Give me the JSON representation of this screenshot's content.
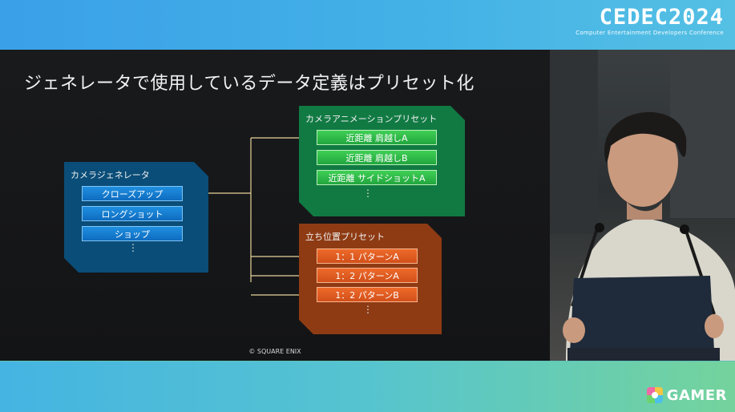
{
  "header": {
    "logo_main": "CEDEC2024",
    "logo_sub": "Computer Entertainment Developers Conference"
  },
  "footer": {
    "watermark": "GAMER"
  },
  "slide": {
    "title": "ジェネレータで使用しているデータ定義はプリセット化",
    "copyright": "© SQUARE ENIX",
    "generator": {
      "label": "カメラジェネレータ",
      "items": [
        "クローズアップ",
        "ロングショット",
        "ショップ"
      ],
      "ellipsis": "⋮"
    },
    "camera_presets": {
      "label": "カメラアニメーションプリセット",
      "items": [
        "近距離 肩越しA",
        "近距離 肩越しB",
        "近距離 サイドショットA"
      ],
      "ellipsis": "⋮"
    },
    "position_presets": {
      "label": "立ち位置プリセット",
      "items": [
        "1：1 パターンA",
        "1：2 パターンA",
        "1：2 パターンB"
      ],
      "ellipsis": "⋮"
    },
    "colors": {
      "generator": "#0a4d78",
      "camera": "#117a43",
      "position": "#8e3b14",
      "connector": "#e8d39a"
    }
  }
}
